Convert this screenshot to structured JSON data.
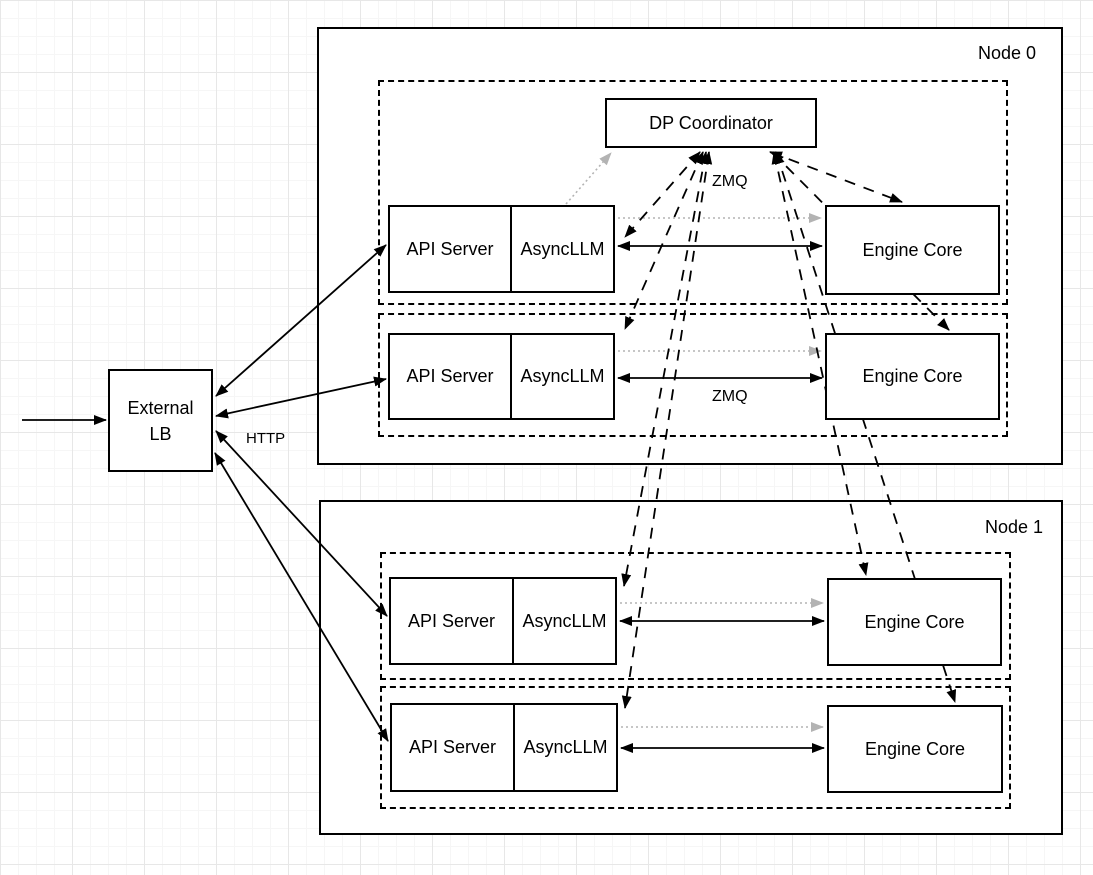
{
  "colors": {
    "line": "#000000",
    "dotted_gray": "#b3b3b3",
    "box_background": "#ffffff"
  },
  "external_lb": {
    "line1": "External",
    "line2": "LB"
  },
  "coordinator_label": "DP Coordinator",
  "edge_labels": {
    "http": "HTTP",
    "zmq_top": "ZMQ",
    "zmq_mid": "ZMQ"
  },
  "node0": {
    "label": "Node 0",
    "workers": [
      {
        "api_server": "API Server",
        "async_llm": "AsyncLLM",
        "engine_core": "Engine Core"
      },
      {
        "api_server": "API Server",
        "async_llm": "AsyncLLM",
        "engine_core": "Engine Core"
      }
    ]
  },
  "node1": {
    "label": "Node 1",
    "workers": [
      {
        "api_server": "API Server",
        "async_llm": "AsyncLLM",
        "engine_core": "Engine Core"
      },
      {
        "api_server": "API Server",
        "async_llm": "AsyncLLM",
        "engine_core": "Engine Core"
      }
    ]
  }
}
